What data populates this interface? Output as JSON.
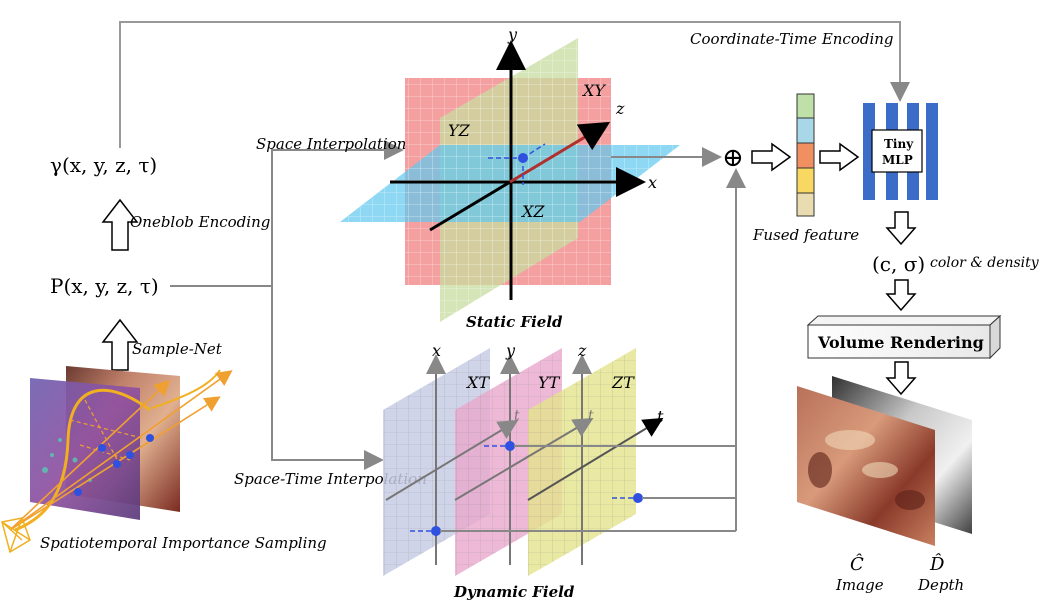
{
  "labels": {
    "coord_time_encoding": "Coordinate-Time Encoding",
    "gamma": "γ(x, y, z, τ)",
    "oneblob": "Oneblob Encoding",
    "p_func": "P(x, y, z, τ)",
    "sample_net": "Sample-Net",
    "spatiotemporal": "Spatiotemporal Importance Sampling",
    "space_interp": "Space Interpolation",
    "spacetime_interp": "Space-Time Interpolation",
    "static_field": "Static Field",
    "dynamic_field": "Dynamic Field",
    "fused_feature": "Fused feature",
    "tiny_mlp_line1": "Tiny",
    "tiny_mlp_line2": "MLP",
    "c_sigma": "(c, σ)",
    "color_density": "color & density",
    "volume_rendering": "Volume Rendering",
    "c_hat": "Ĉ",
    "d_hat": "D̂",
    "image": "Image",
    "depth": "Depth",
    "plus": "⊕"
  },
  "static_axes": {
    "x": "x",
    "y": "y",
    "z": "z",
    "xy": "XY",
    "yz": "YZ",
    "xz": "XZ"
  },
  "dynamic_axes": {
    "x": "x",
    "y": "y",
    "z": "z",
    "t": "t",
    "xt": "XT",
    "yt": "YT",
    "zt": "ZT"
  },
  "colors": {
    "xy_plane": "#f08080",
    "yz_plane": "#c8dca0",
    "xz_plane": "#5ec8f0",
    "xt_plane": "#c8cce4",
    "yt_plane": "#e8a8cc",
    "zt_plane": "#e4e48c",
    "mlp_blue": "#3b6cc8",
    "sample_orange": "#f0b020",
    "point_blue": "#3050e0",
    "fused_cells": [
      "#bfe0a8",
      "#a8d8e8",
      "#f09060",
      "#f8d860",
      "#e8dcb0"
    ]
  }
}
